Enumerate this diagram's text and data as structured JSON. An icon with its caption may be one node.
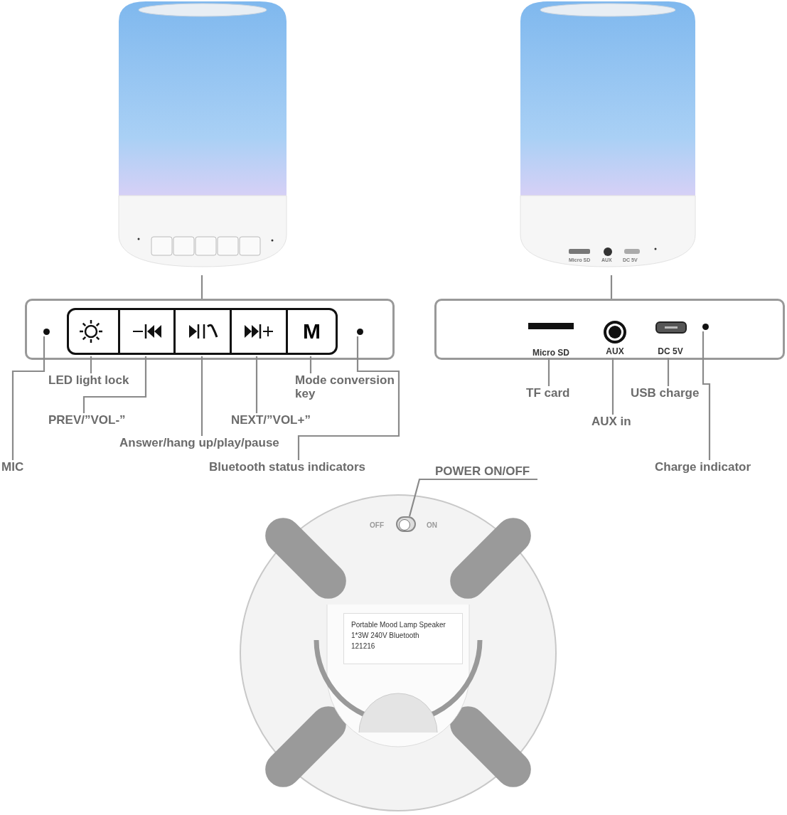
{
  "diagram": {
    "nodes": [
      {
        "text": [],
        "shape": "picture"
      },
      {
        "text": [],
        "shape": "box"
      },
      {
        "text": [],
        "shape": "circle",
        "in": 1
      },
      {
        "text": [],
        "shape": "box",
        "in": 1
      },
      {
        "text": [],
        "shape": "box",
        "in": 1
      },
      {
        "text": [],
        "shape": "box",
        "in": 1
      },
      {
        "text": [],
        "shape": "box",
        "in": 1
      },
      {
        "text": [
          "M"
        ],
        "in": 1
      },
      {
        "text": [],
        "shape": "circle",
        "in": 1
      },
      {
        "text": [
          "LED light lock"
        ]
      },
      {
        "text": [
          "PREV/”VOL-”"
        ]
      },
      {
        "text": [
          "Answer/hang up/play/pause"
        ]
      },
      {
        "text": [
          "NEXT/”VOL+”"
        ]
      },
      {
        "text": [
          "Mode conversion key"
        ]
      },
      {
        "text": [
          "MIC"
        ]
      },
      {
        "text": [
          "Bluetooth status indicators"
        ]
      },
      {
        "text": [],
        "shape": "picture"
      },
      {
        "text": [],
        "shape": "box"
      },
      {
        "text": [],
        "shape": "bar",
        "in": 17,
        "beside": [
          "Micro SD"
        ]
      },
      {
        "text": [],
        "shape": "circle",
        "in": 17,
        "beside": [
          "AUX"
        ]
      },
      {
        "text": [],
        "shape": "box",
        "in": 17,
        "beside": [
          "DC 5V"
        ]
      },
      {
        "text": [],
        "shape": "circle",
        "in": 17
      },
      {
        "text": [
          "TF card"
        ]
      },
      {
        "text": [
          "AUX in"
        ]
      },
      {
        "text": [
          "USB charge"
        ]
      },
      {
        "text": [
          "Charge indicator"
        ]
      },
      {
        "text": [],
        "shape": "picture"
      },
      {
        "text": [],
        "shape": "box",
        "in": 26
      },
      {
        "text": [
          "POWER ON/OFF"
        ]
      },
      {
        "text": [
          "Portable Mood Lamp Speaker",
          "1*3W 240V Bluetooth",
          "121216"
        ],
        "in": 26
      }
    ],
    "edges": [
      {
        "from": 0,
        "to": 1,
        "arrow": "none"
      },
      {
        "from": 9,
        "to": 3,
        "arrow": "none"
      },
      {
        "from": 10,
        "to": 4,
        "arrow": "none"
      },
      {
        "from": 11,
        "to": 5,
        "arrow": "none"
      },
      {
        "from": 12,
        "to": 6,
        "arrow": "none"
      },
      {
        "from": 13,
        "to": 7,
        "arrow": "none"
      },
      {
        "from": 14,
        "to": 2,
        "arrow": "none"
      },
      {
        "from": 15,
        "to": 8,
        "arrow": "none"
      },
      {
        "from": 16,
        "to": 17,
        "arrow": "none"
      },
      {
        "from": 22,
        "to": 18,
        "arrow": "none"
      },
      {
        "from": 23,
        "to": 19,
        "arrow": "none"
      },
      {
        "from": 24,
        "to": 20,
        "arrow": "none"
      },
      {
        "from": 25,
        "to": 21,
        "arrow": "none"
      },
      {
        "from": 28,
        "to": 27,
        "arrow": "none"
      }
    ],
    "labels": [
      "Micro SD",
      "AUX",
      "DC 5V",
      "OFF",
      "ON"
    ]
  }
}
